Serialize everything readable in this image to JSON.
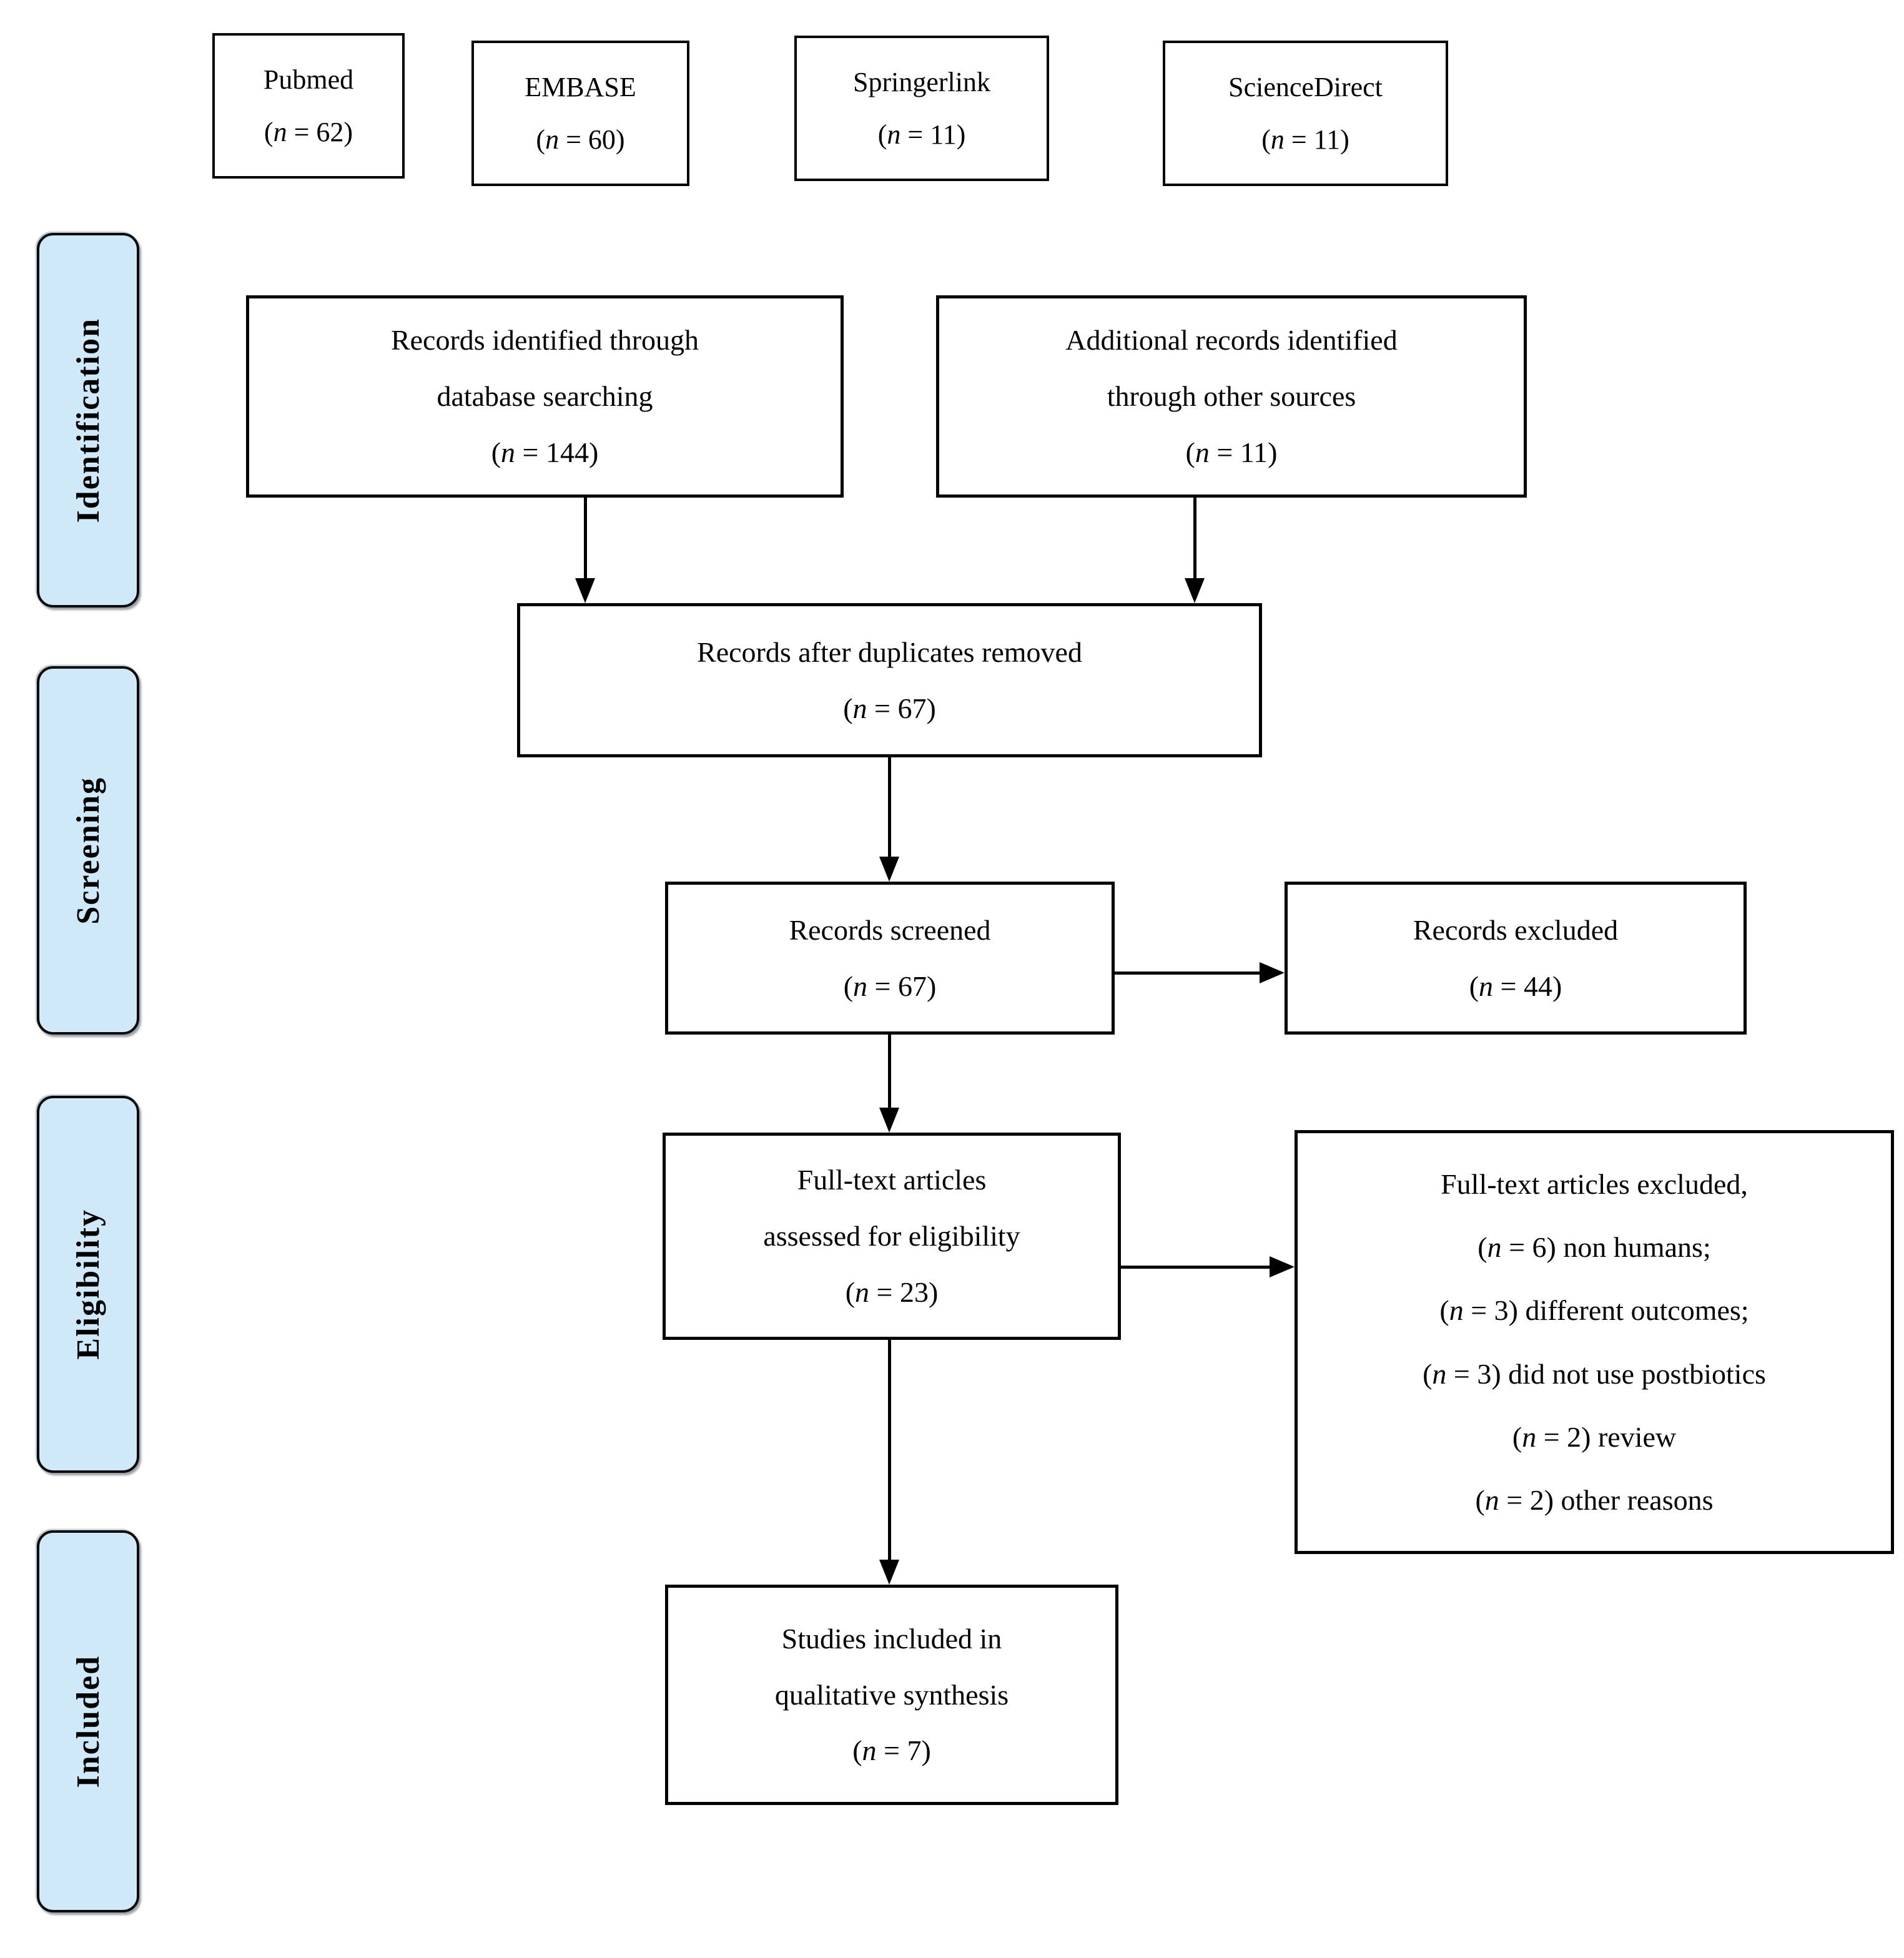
{
  "diagram": {
    "type": "prisma-flow",
    "colors": {
      "phase_fill": "#cfe9fb",
      "phase_border": "#0a0a0a",
      "box_fill": "#ffffff",
      "box_border": "#000000",
      "arrow": "#000000",
      "text": "#000000"
    },
    "phases": [
      {
        "label": "Identification"
      },
      {
        "label": "Screening"
      },
      {
        "label": "Eligibility"
      },
      {
        "label": "Included"
      }
    ],
    "sources": [
      {
        "lines": [
          "Pubmed",
          "(n = 62)"
        ]
      },
      {
        "lines": [
          "EMBASE",
          "(n = 60)"
        ]
      },
      {
        "lines": [
          "Springerlink",
          "(n = 11)"
        ]
      },
      {
        "lines": [
          "ScienceDirect",
          "(n = 11)"
        ]
      }
    ],
    "nodes": {
      "records_identified": {
        "lines": [
          "Records identified through",
          "database searching",
          "(n = 144)"
        ]
      },
      "additional_records": {
        "lines": [
          "Additional records identified",
          "through other sources",
          "(n = 11)"
        ]
      },
      "duplicates_removed": {
        "lines": [
          "Records after duplicates removed",
          "(n = 67)"
        ]
      },
      "records_screened": {
        "lines": [
          "Records screened",
          "(n = 67)"
        ]
      },
      "records_excluded": {
        "lines": [
          "Records excluded",
          "(n = 44)"
        ]
      },
      "fulltext_assessed": {
        "lines": [
          "Full-text articles",
          "assessed for eligibility",
          "(n = 23)"
        ]
      },
      "fulltext_excluded": {
        "lines": [
          "Full-text articles excluded,",
          "(n = 6) non humans;",
          "(n = 3) different outcomes;",
          "(n = 3) did not use postbiotics",
          "(n = 2) review",
          "(n = 2) other reasons"
        ]
      },
      "studies_included": {
        "lines": [
          "Studies included in",
          "qualitative synthesis",
          "(n = 7)"
        ]
      }
    }
  }
}
